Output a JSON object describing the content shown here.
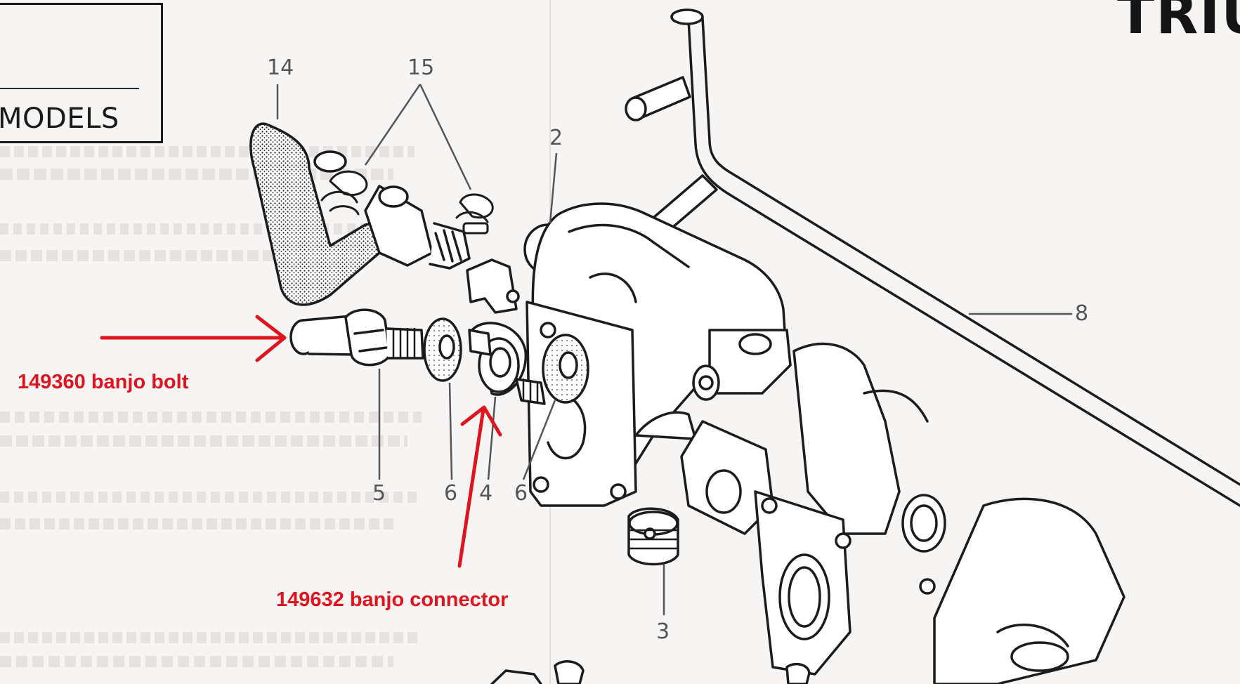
{
  "header": {
    "models_label": "MODELS",
    "brand_partial": "TRIU"
  },
  "callouts": {
    "c14": "14",
    "c15": "15",
    "c2": "2",
    "c8": "8",
    "c5": "5",
    "c6a": "6",
    "c4": "4",
    "c6b": "6",
    "c3": "3"
  },
  "annotations": {
    "banjo_bolt": "149360 banjo bolt",
    "banjo_connector": "149632 banjo connector"
  },
  "colors": {
    "annotation_red": "#e0141e",
    "line_ink": "#1c1c1c",
    "callout_gray": "#555555"
  }
}
